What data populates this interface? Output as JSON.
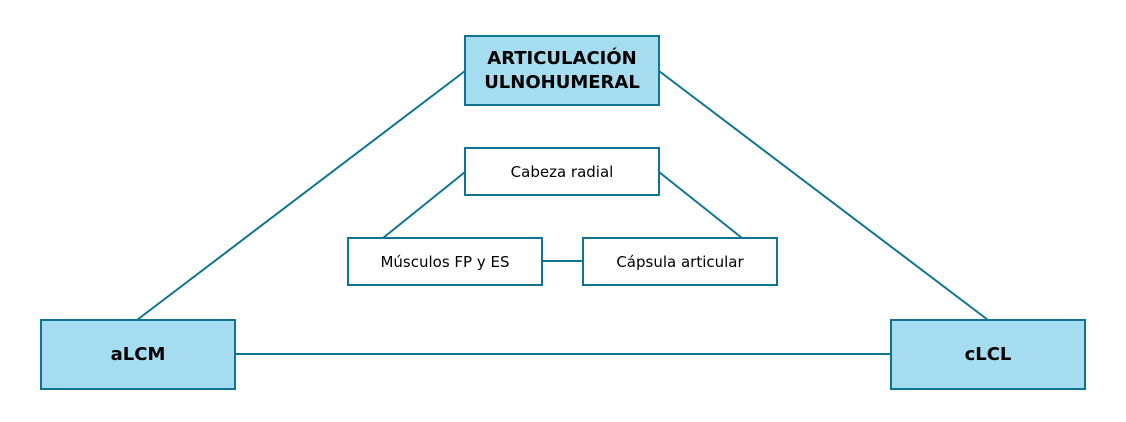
{
  "nodes": {
    "top": "ARTICULACIÓN ULNOHUMERAL",
    "left": "aLCM",
    "right": "cLCL",
    "center": "Cabeza radial",
    "muscles": "Músculos FP y ES",
    "capsule": "Cápsula articular"
  },
  "colors": {
    "line": "#0f7491",
    "fill": "#a6dcef"
  }
}
